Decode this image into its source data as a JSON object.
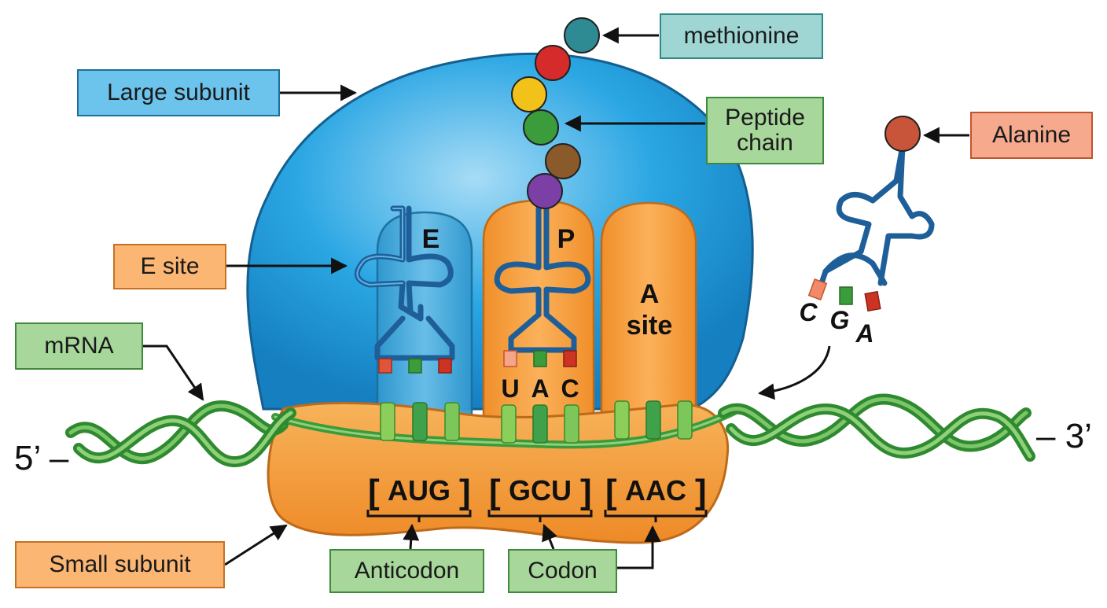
{
  "labels": {
    "methionine": "methionine",
    "large_subunit": "Large subunit",
    "peptide_chain": "Peptide\nchain",
    "alanine": "Alanine",
    "e_site": "E site",
    "mrna": "mRNA",
    "small_subunit": "Small subunit",
    "anticodon": "Anticodon",
    "codon": "Codon"
  },
  "sites": {
    "e": "E",
    "p": "P",
    "a_line1": "A",
    "a_line2": "site"
  },
  "strand_ends": {
    "five_prime": "5’ –",
    "three_prime": "– 3’"
  },
  "p_site_trna_bases": [
    "U",
    "A",
    "C"
  ],
  "incoming_trna_bases": [
    "C",
    "G",
    "A"
  ],
  "codons": [
    "AUG",
    "GCU",
    "AAC"
  ],
  "colors": {
    "large_subunit": "#2aa6e3",
    "small_subunit": "#f39a3a",
    "mrna": "#3d9a3a",
    "trna": "#1f5f99",
    "peptide_beads": [
      "#2e8b94",
      "#d62b2b",
      "#f2c21b",
      "#3a9c3a",
      "#8a5a2b",
      "#7b3fa6"
    ],
    "alanine_bead": "#c8553a"
  }
}
